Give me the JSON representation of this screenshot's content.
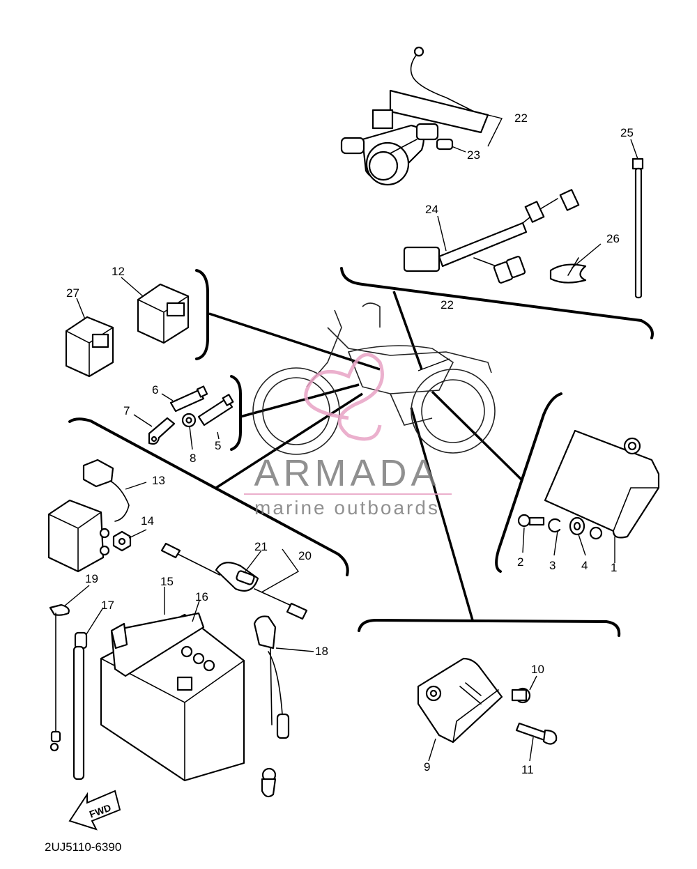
{
  "diagram": {
    "code": "2UJ5110-6390",
    "fwd_label": "FWD",
    "watermark": {
      "brand": "ARMADA",
      "tagline": "marine outboards",
      "accent": "#e8a2c4",
      "text_color": "#7d7d7d"
    },
    "callouts": [
      "1",
      "2",
      "3",
      "4",
      "5",
      "6",
      "7",
      "8",
      "9",
      "10",
      "11",
      "12",
      "13",
      "14",
      "15",
      "16",
      "17",
      "18",
      "19",
      "20",
      "21",
      "22",
      "22",
      "23",
      "24",
      "25",
      "26",
      "27"
    ]
  }
}
